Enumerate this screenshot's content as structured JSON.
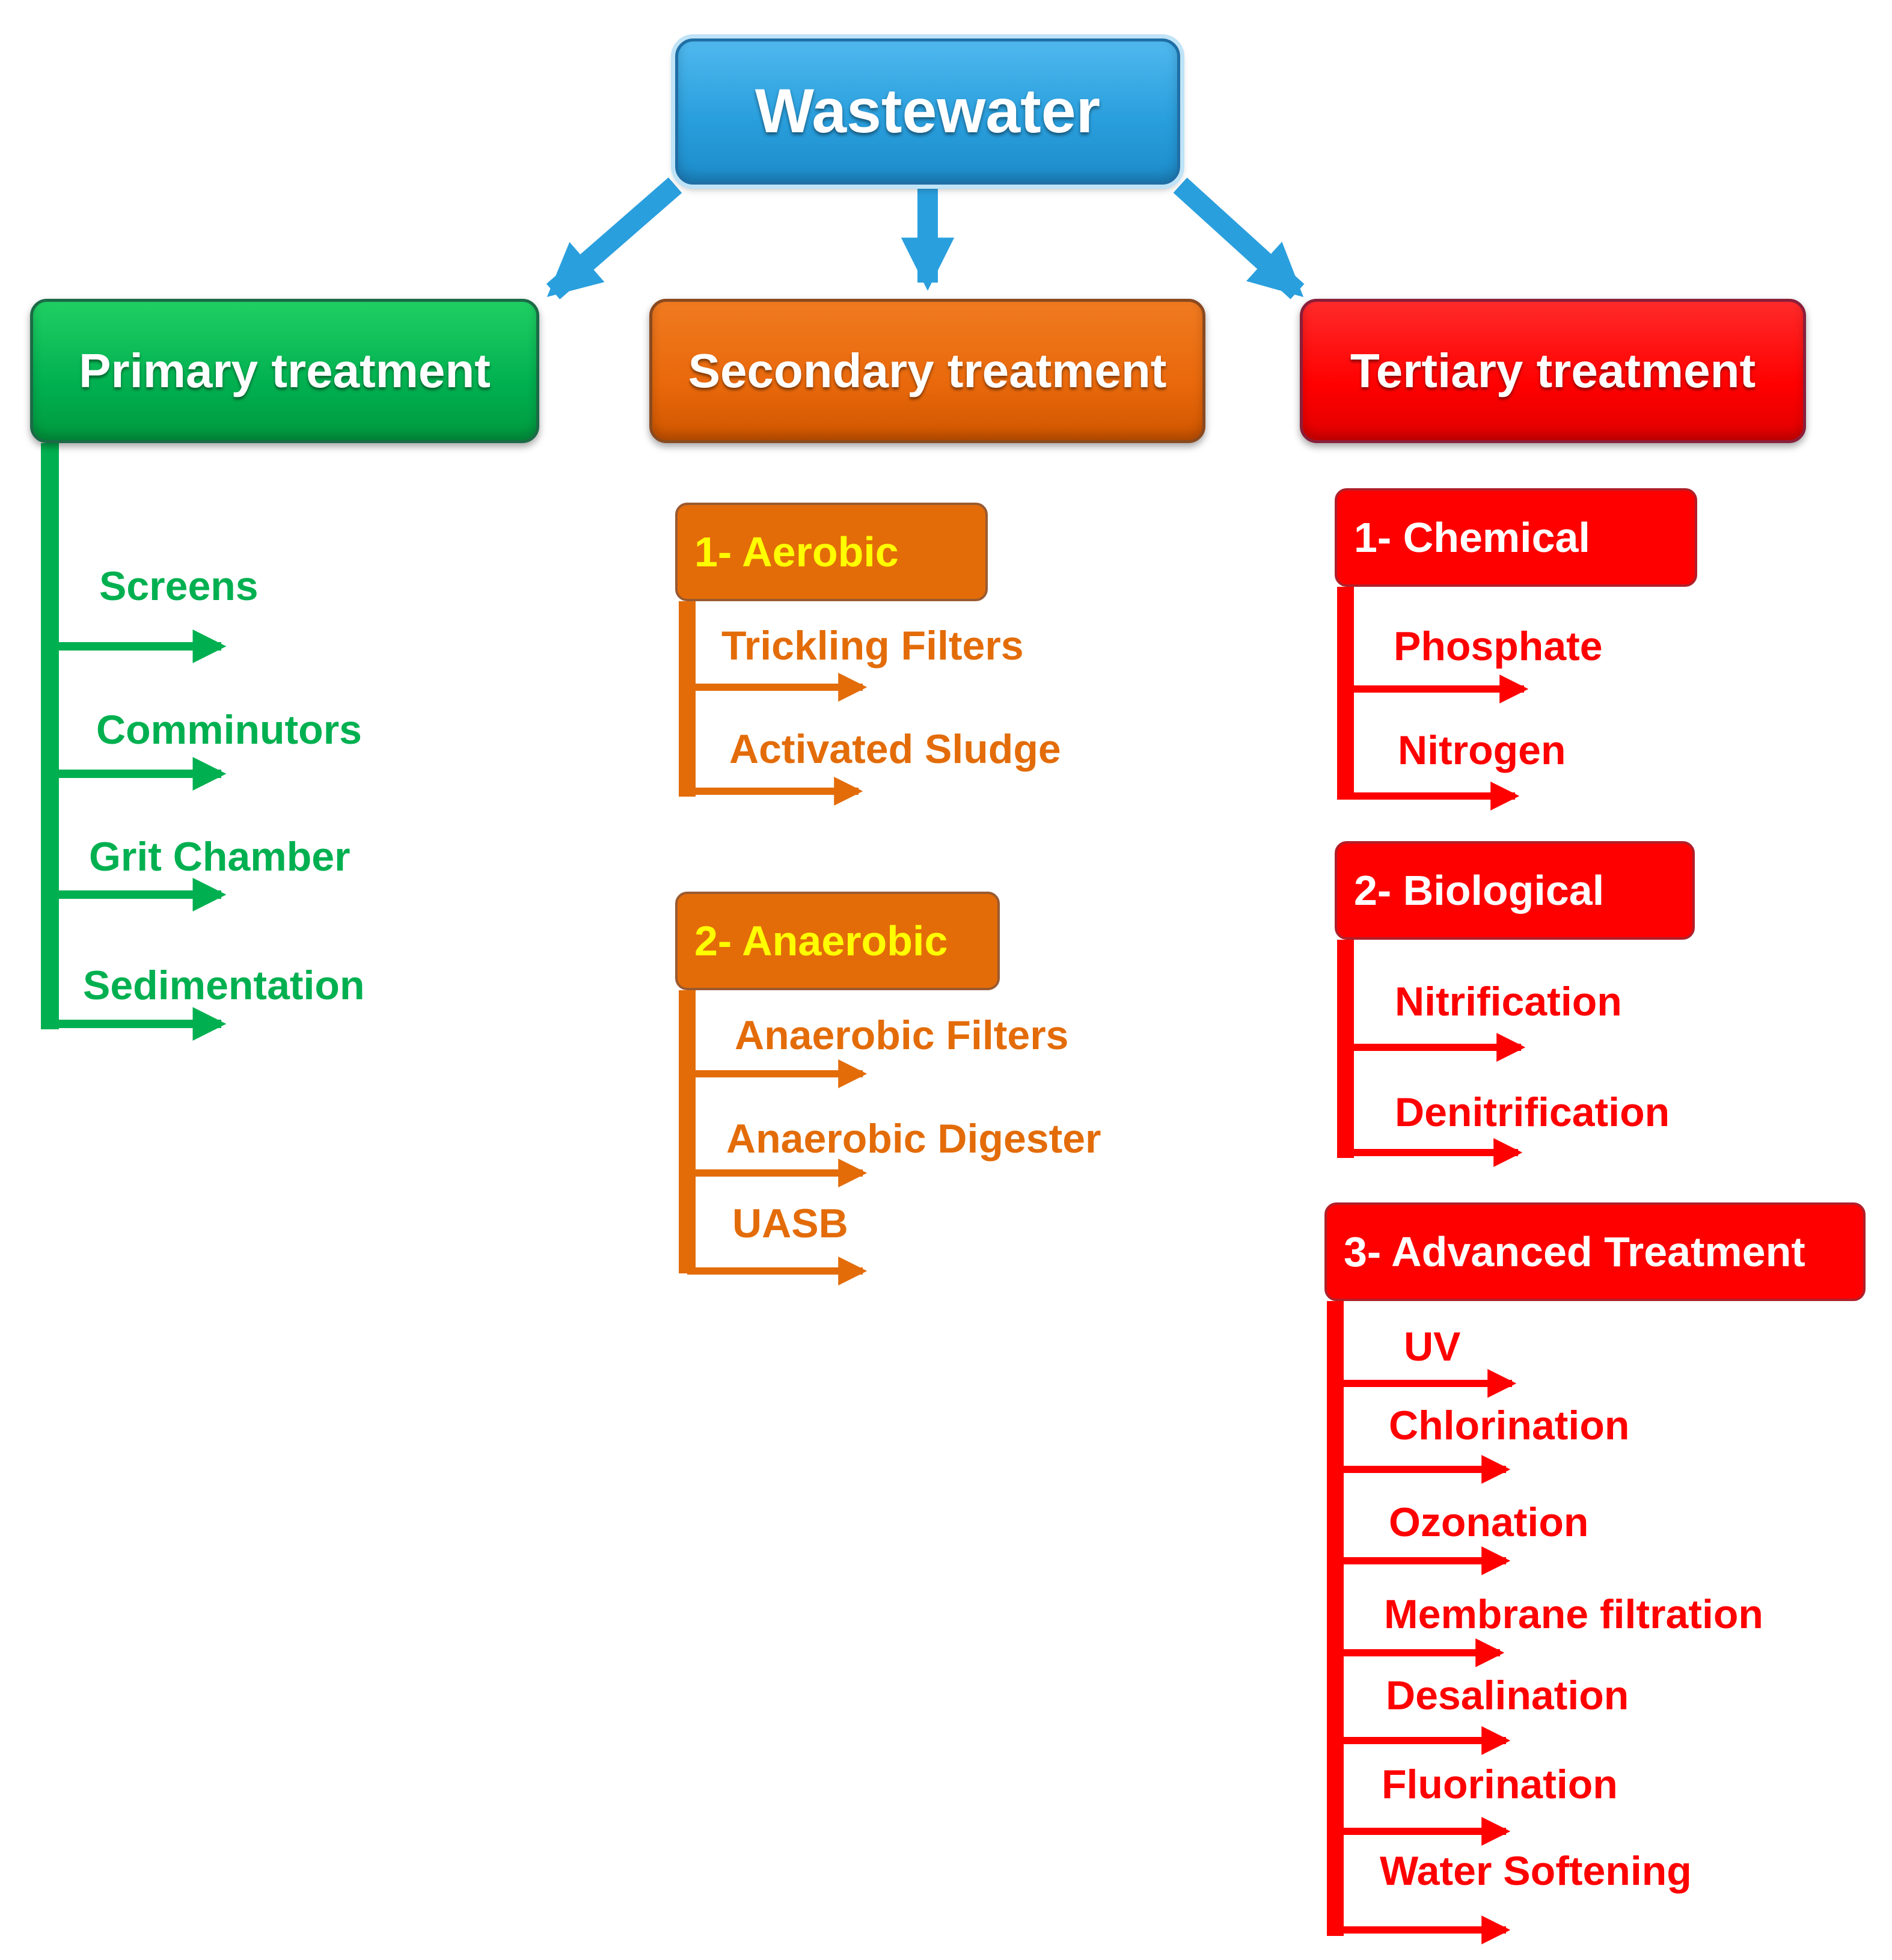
{
  "root": {
    "label": "Wastewater"
  },
  "colors": {
    "root": "#2a9fdd",
    "primary": "#00b050",
    "secondary": "#e36c09",
    "tertiary": "#ff0000",
    "subheading_text": "#ffff00"
  },
  "primary": {
    "label": "Primary treatment",
    "items": [
      "Screens",
      "Comminutors",
      "Grit Chamber",
      "Sedimentation"
    ]
  },
  "secondary": {
    "label": "Secondary treatment",
    "groups": [
      {
        "label": "1-  Aerobic",
        "items": [
          "Trickling Filters",
          "Activated Sludge"
        ]
      },
      {
        "label": "2-  Anaerobic",
        "items": [
          "Anaerobic Filters",
          "Anaerobic Digester",
          "UASB"
        ]
      }
    ]
  },
  "tertiary": {
    "label": "Tertiary treatment",
    "groups": [
      {
        "label": "1-  Chemical",
        "items": [
          "Phosphate",
          "Nitrogen"
        ]
      },
      {
        "label": "2-  Biological",
        "items": [
          "Nitrification",
          "Denitrification"
        ]
      },
      {
        "label": "3-  Advanced Treatment",
        "items": [
          "UV",
          "Chlorination",
          "Ozonation",
          "Membrane filtration",
          "Desalination",
          "Fluorination",
          "Water Softening"
        ]
      }
    ]
  }
}
